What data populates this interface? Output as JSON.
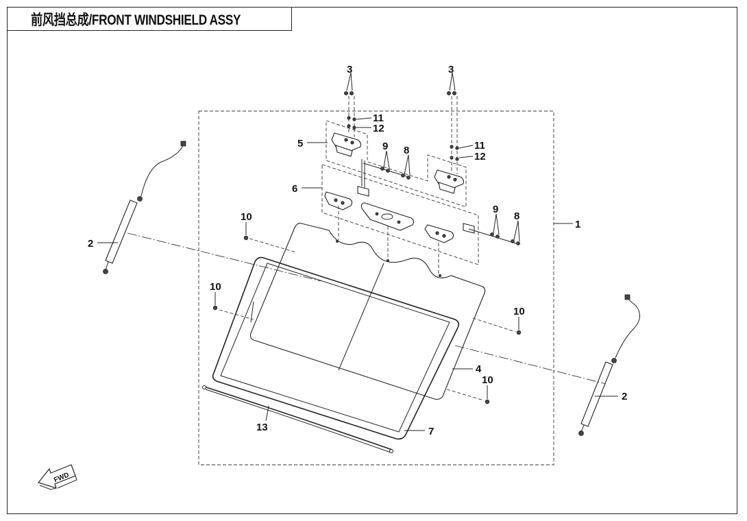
{
  "title": "前风挡总成/FRONT WINDSHIELD ASSY",
  "callouts": {
    "c1": "1",
    "c2_left": "2",
    "c2_right": "2",
    "c3_left": "3",
    "c3_right": "3",
    "c4": "4",
    "c5": "5",
    "c6": "6",
    "c7": "7",
    "c8_top": "8",
    "c8_right": "8",
    "c9_top": "9",
    "c9_right": "9",
    "c10_upper_left": "10",
    "c10_left": "10",
    "c10_right": "10",
    "c10_lower_right": "10",
    "c11_left": "11",
    "c11_right": "11",
    "c12_left": "12",
    "c12_right": "12",
    "c13": "13"
  },
  "fwd_badge": "FWD"
}
